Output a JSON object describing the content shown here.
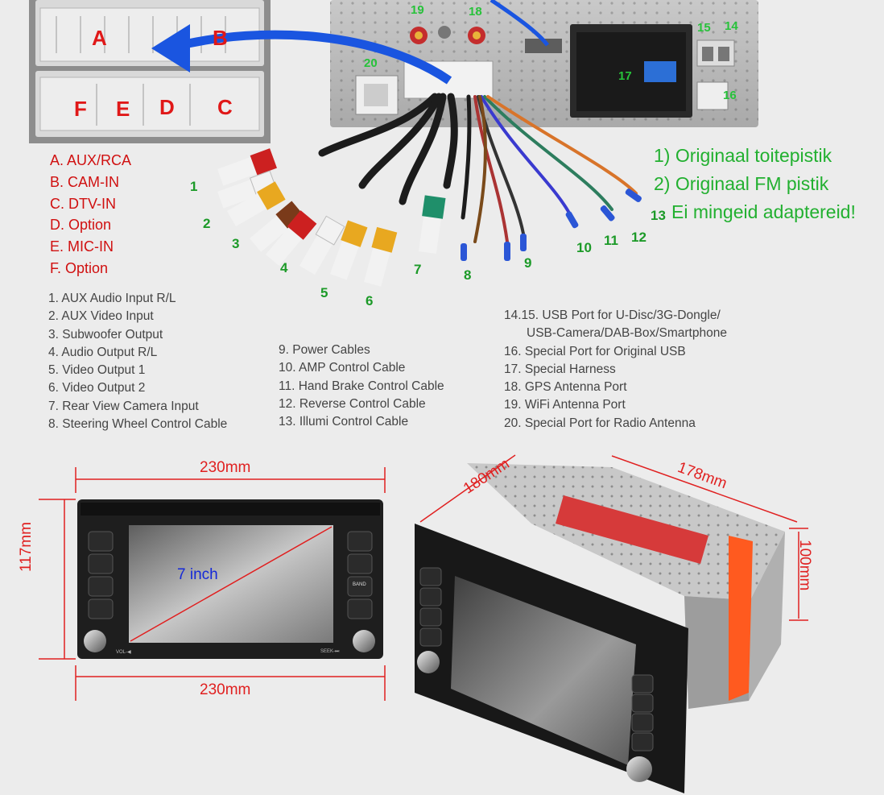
{
  "connector_letters": [
    "A",
    "B",
    "C",
    "D",
    "E",
    "F"
  ],
  "port_numbers": [
    "19",
    "18",
    "15",
    "14",
    "20",
    "17",
    "16"
  ],
  "connector_legend": [
    "A. AUX/RCA",
    "B. CAM-IN",
    "C. DTV-IN",
    "D. Option",
    "E. MIC-IN",
    "F. Option"
  ],
  "cable_numbers": [
    "1",
    "2",
    "3",
    "4",
    "5",
    "6",
    "7",
    "8",
    "9",
    "10",
    "11",
    "12",
    "13"
  ],
  "notes": [
    "1) Originaal toitepistik",
    "2) Originaal FM pistik",
    "Ei mingeid adaptereid!"
  ],
  "list_col1": [
    "1. AUX Audio Input R/L",
    "2. AUX Video Input",
    "3. Subwoofer Output",
    "4. Audio Output R/L",
    "5. Video Output 1",
    "6. Video Output 2",
    "7. Rear View Camera Input",
    "8. Steering Wheel Control Cable"
  ],
  "list_col2": [
    "9. Power Cables",
    "10. AMP Control Cable",
    "11. Hand Brake Control Cable",
    "12. Reverse Control Cable",
    "13. Illumi Control Cable"
  ],
  "list_col3": [
    "14.15. USB Port for U-Disc/3G-Dongle/",
    "USB-Camera/DAB-Box/Smartphone",
    "16. Special Port for Original USB",
    "17. Special Harness",
    "18. GPS Antenna Port",
    "19. WiFi Antenna Port",
    "20. Special Port for Radio Antenna"
  ],
  "dimensions": {
    "front_width_top": "230mm",
    "front_width_bottom": "230mm",
    "front_height": "117mm",
    "screen_size": "7 inch",
    "depth_left": "180mm",
    "depth_right": "178mm",
    "height_right": "100mm"
  },
  "bezel_text": {
    "vol": "VOL-◀",
    "seek": "SEEK-⏭",
    "band": "BAND"
  },
  "colors": {
    "label_red": "#d01010",
    "note_green": "#22b030",
    "number_green": "#1c9a28",
    "arrow_blue": "#1a55e0",
    "screen_text_blue": "#1428d8"
  }
}
